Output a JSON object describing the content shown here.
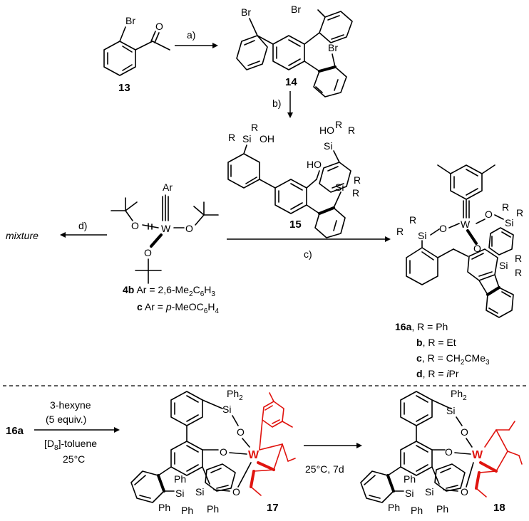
{
  "compounds": {
    "c13": "13",
    "c14": "14",
    "c15": "15",
    "c17": "17",
    "c18": "18",
    "c16a_start": "16a"
  },
  "atoms": {
    "br": "Br",
    "o": "O",
    "oh": "OH",
    "ho": "HO",
    "si": "Si",
    "r": "R",
    "w": "W",
    "ar": "Ar",
    "ph": "Ph",
    "ph2": "Ph",
    "sub2": "2"
  },
  "steps": {
    "a": "a)",
    "b": "b)",
    "c": "c)",
    "d": "d)"
  },
  "mixture": "mixture",
  "tungsten_defs": {
    "line1_num": "4b",
    "line1_text": " Ar = 2,6-Me",
    "line1_sub1": "2",
    "line1_mid": "C",
    "line1_sub2": "6",
    "line1_end": "H",
    "line1_sub3": "3",
    "line2_num": "c",
    "line2_text": " Ar = ",
    "line2_ital": "p",
    "line2_mid": "-MeOC",
    "line2_sub1": "6",
    "line2_end": "H",
    "line2_sub2": "4"
  },
  "r_defs": {
    "a_num": "16a",
    "a_text": ", R = Ph",
    "b_num": "b",
    "b_text": ", R = Et",
    "c_num": "c",
    "c_text": ", R = CH",
    "c_sub": "2",
    "c_end": "CMe",
    "c_sub2": "3",
    "d_num": "d",
    "d_text": ", R = ",
    "d_ital": "i",
    "d_end": "Pr"
  },
  "conditions_1": {
    "line1": "3-hexyne",
    "line2": "(5 equiv.)",
    "line3_pre": "[D",
    "line3_sub": "8",
    "line3_post": "]-toluene",
    "line4": "25°C"
  },
  "conditions_2": "25°C, 7d",
  "colors": {
    "ink": "#000000",
    "highlight": "#e0140f"
  }
}
